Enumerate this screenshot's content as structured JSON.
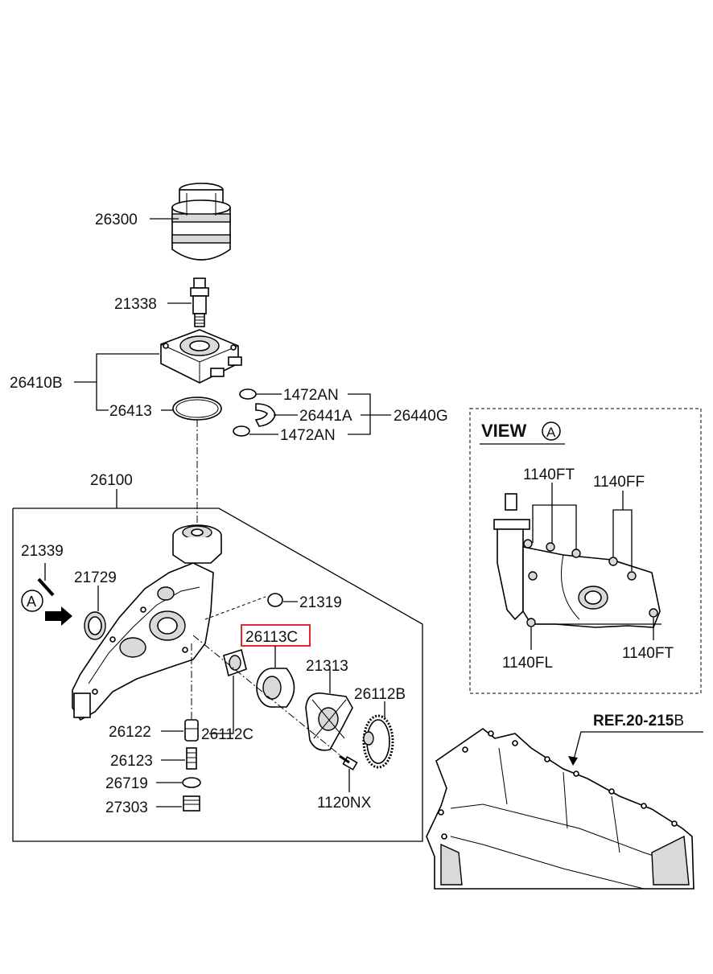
{
  "labels": {
    "p26300": "26300",
    "p21338": "21338",
    "p26410B": "26410B",
    "p26413": "26413",
    "p1472AN_top": "1472AN",
    "p26441A": "26441A",
    "p1472AN_bot": "1472AN",
    "p26440G": "26440G",
    "p26100": "26100",
    "p21339": "21339",
    "p21729": "21729",
    "p21319": "21319",
    "p26113C": "26113C",
    "p21313": "21313",
    "p26112B": "26112B",
    "p26122": "26122",
    "p26112C": "26112C",
    "p26123": "26123",
    "p26719": "26719",
    "p27303": "27303",
    "p1120NX": "1120NX",
    "arrow_marker": "A"
  },
  "view": {
    "title": "VIEW",
    "marker": "A",
    "p1140FT_top": "1140FT",
    "p1140FF": "1140FF",
    "p1140FL": "1140FL",
    "p1140FT_bot": "1140FT"
  },
  "ref": {
    "text": "REF.20-215",
    "suffix": "B"
  },
  "highlight_color": "#e8262a"
}
